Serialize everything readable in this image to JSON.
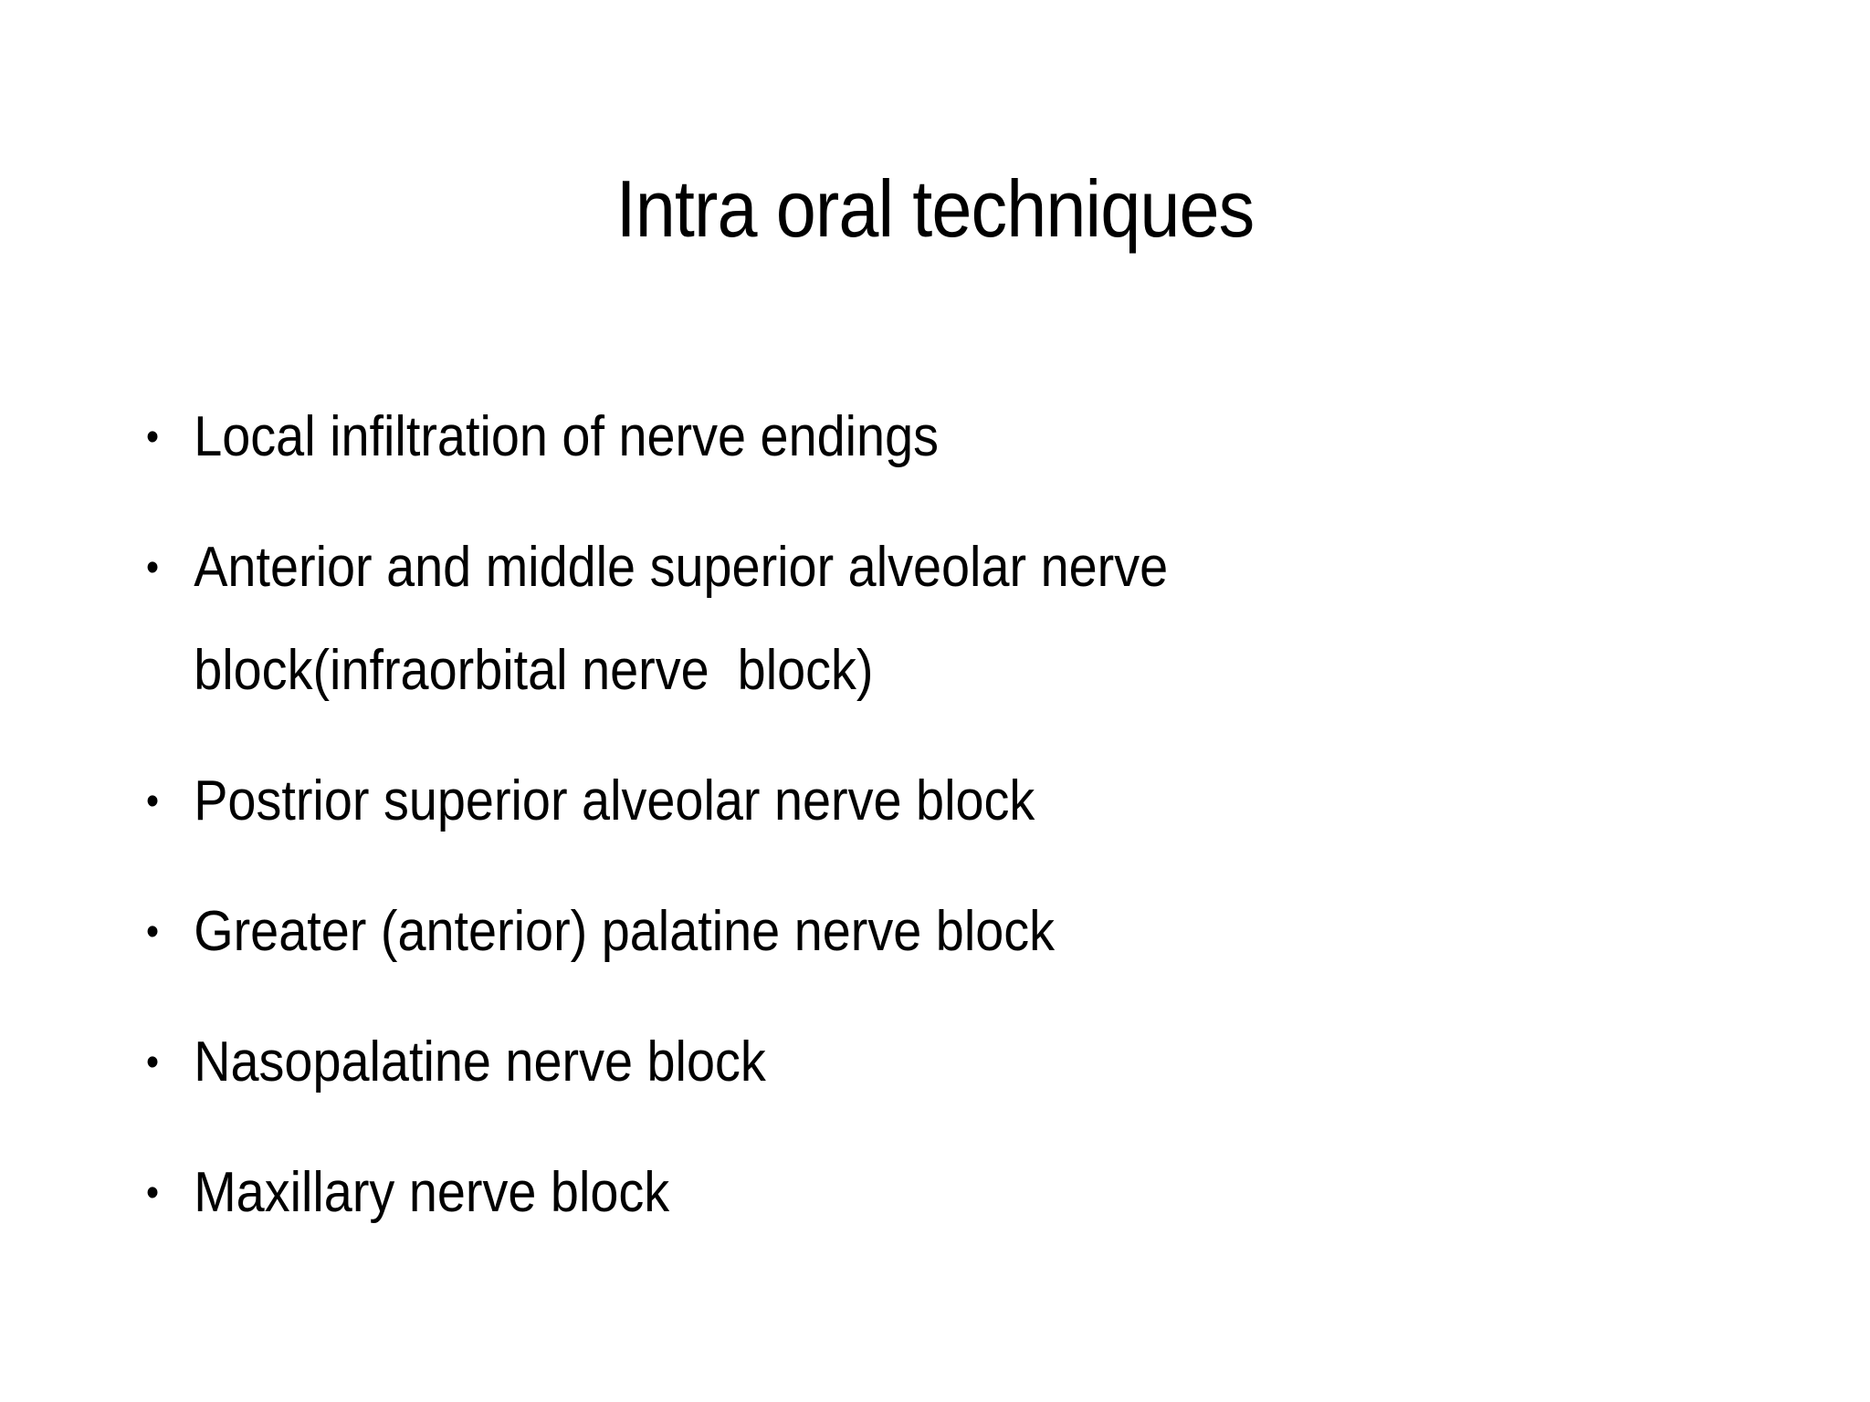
{
  "slide": {
    "title": "Intra oral techniques",
    "bullet_glyph": "•",
    "bullets": [
      "Local infiltration of nerve endings",
      "Anterior and middle superior alveolar nerve block(infraorbital nerve  block)",
      "Postrior superior alveolar nerve block",
      "Greater (anterior) palatine nerve block",
      "Nasopalatine nerve block",
      "Maxillary nerve block"
    ]
  }
}
